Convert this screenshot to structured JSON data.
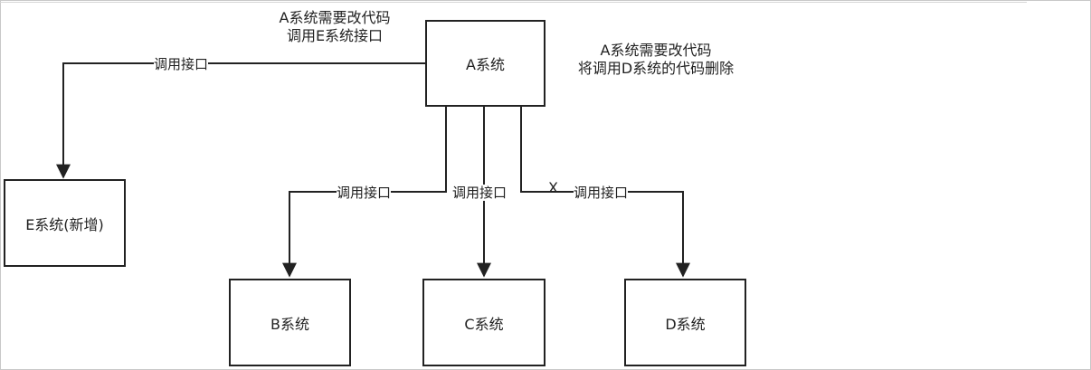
{
  "nodes": {
    "a": "A系统",
    "b": "B系统",
    "c": "C系统",
    "d": "D系统",
    "e": "E系统(新增)"
  },
  "edge_labels": {
    "a_to_e": "调用接口",
    "a_to_b": "调用接口",
    "a_to_c": "调用接口",
    "a_to_d": "调用接口"
  },
  "removed_mark": "X",
  "notes": {
    "left_line1": "A系统需要改代码",
    "left_line2": "调用E系统接口",
    "right_line1": "A系统需要改代码",
    "right_line2": "将调用D系统的代码删除"
  }
}
